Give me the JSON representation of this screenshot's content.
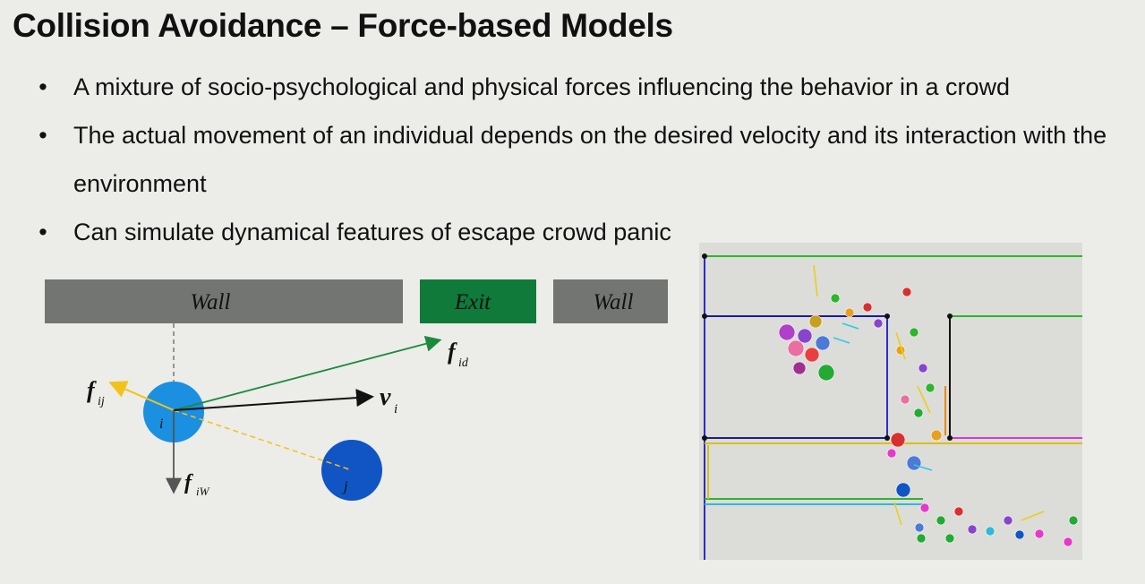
{
  "slide": {
    "title": "Collision Avoidance – Force-based Models",
    "bullets": [
      "A mixture of socio-psychological and physical forces influencing the behavior in a crowd",
      "The actual movement of an individual depends on the desired velocity and its interaction with the environment",
      "Can simulate dynamical features of escape crowd panic"
    ],
    "bullet_symbol": "•"
  },
  "diagram": {
    "wall_left_label": "Wall",
    "exit_label": "Exit",
    "wall_right_label": "Wall",
    "agent_i_label": "i",
    "agent_j_label": "j",
    "f_ij_main": "f",
    "f_ij_sub": "ij",
    "f_id_main": "f",
    "f_id_sub": "id",
    "v_i_main": "v",
    "v_i_sub": "i",
    "f_iw_main": "f",
    "f_iw_sub": "iW",
    "colors": {
      "wall": "#737573",
      "exit": "#0f7a3a",
      "agent_i": "#1b8fe0",
      "agent_j": "#1155c4",
      "force_ij": "#f2c21b",
      "force_id": "#1c8a3c",
      "velocity": "#111111",
      "force_iw": "#555555"
    }
  }
}
